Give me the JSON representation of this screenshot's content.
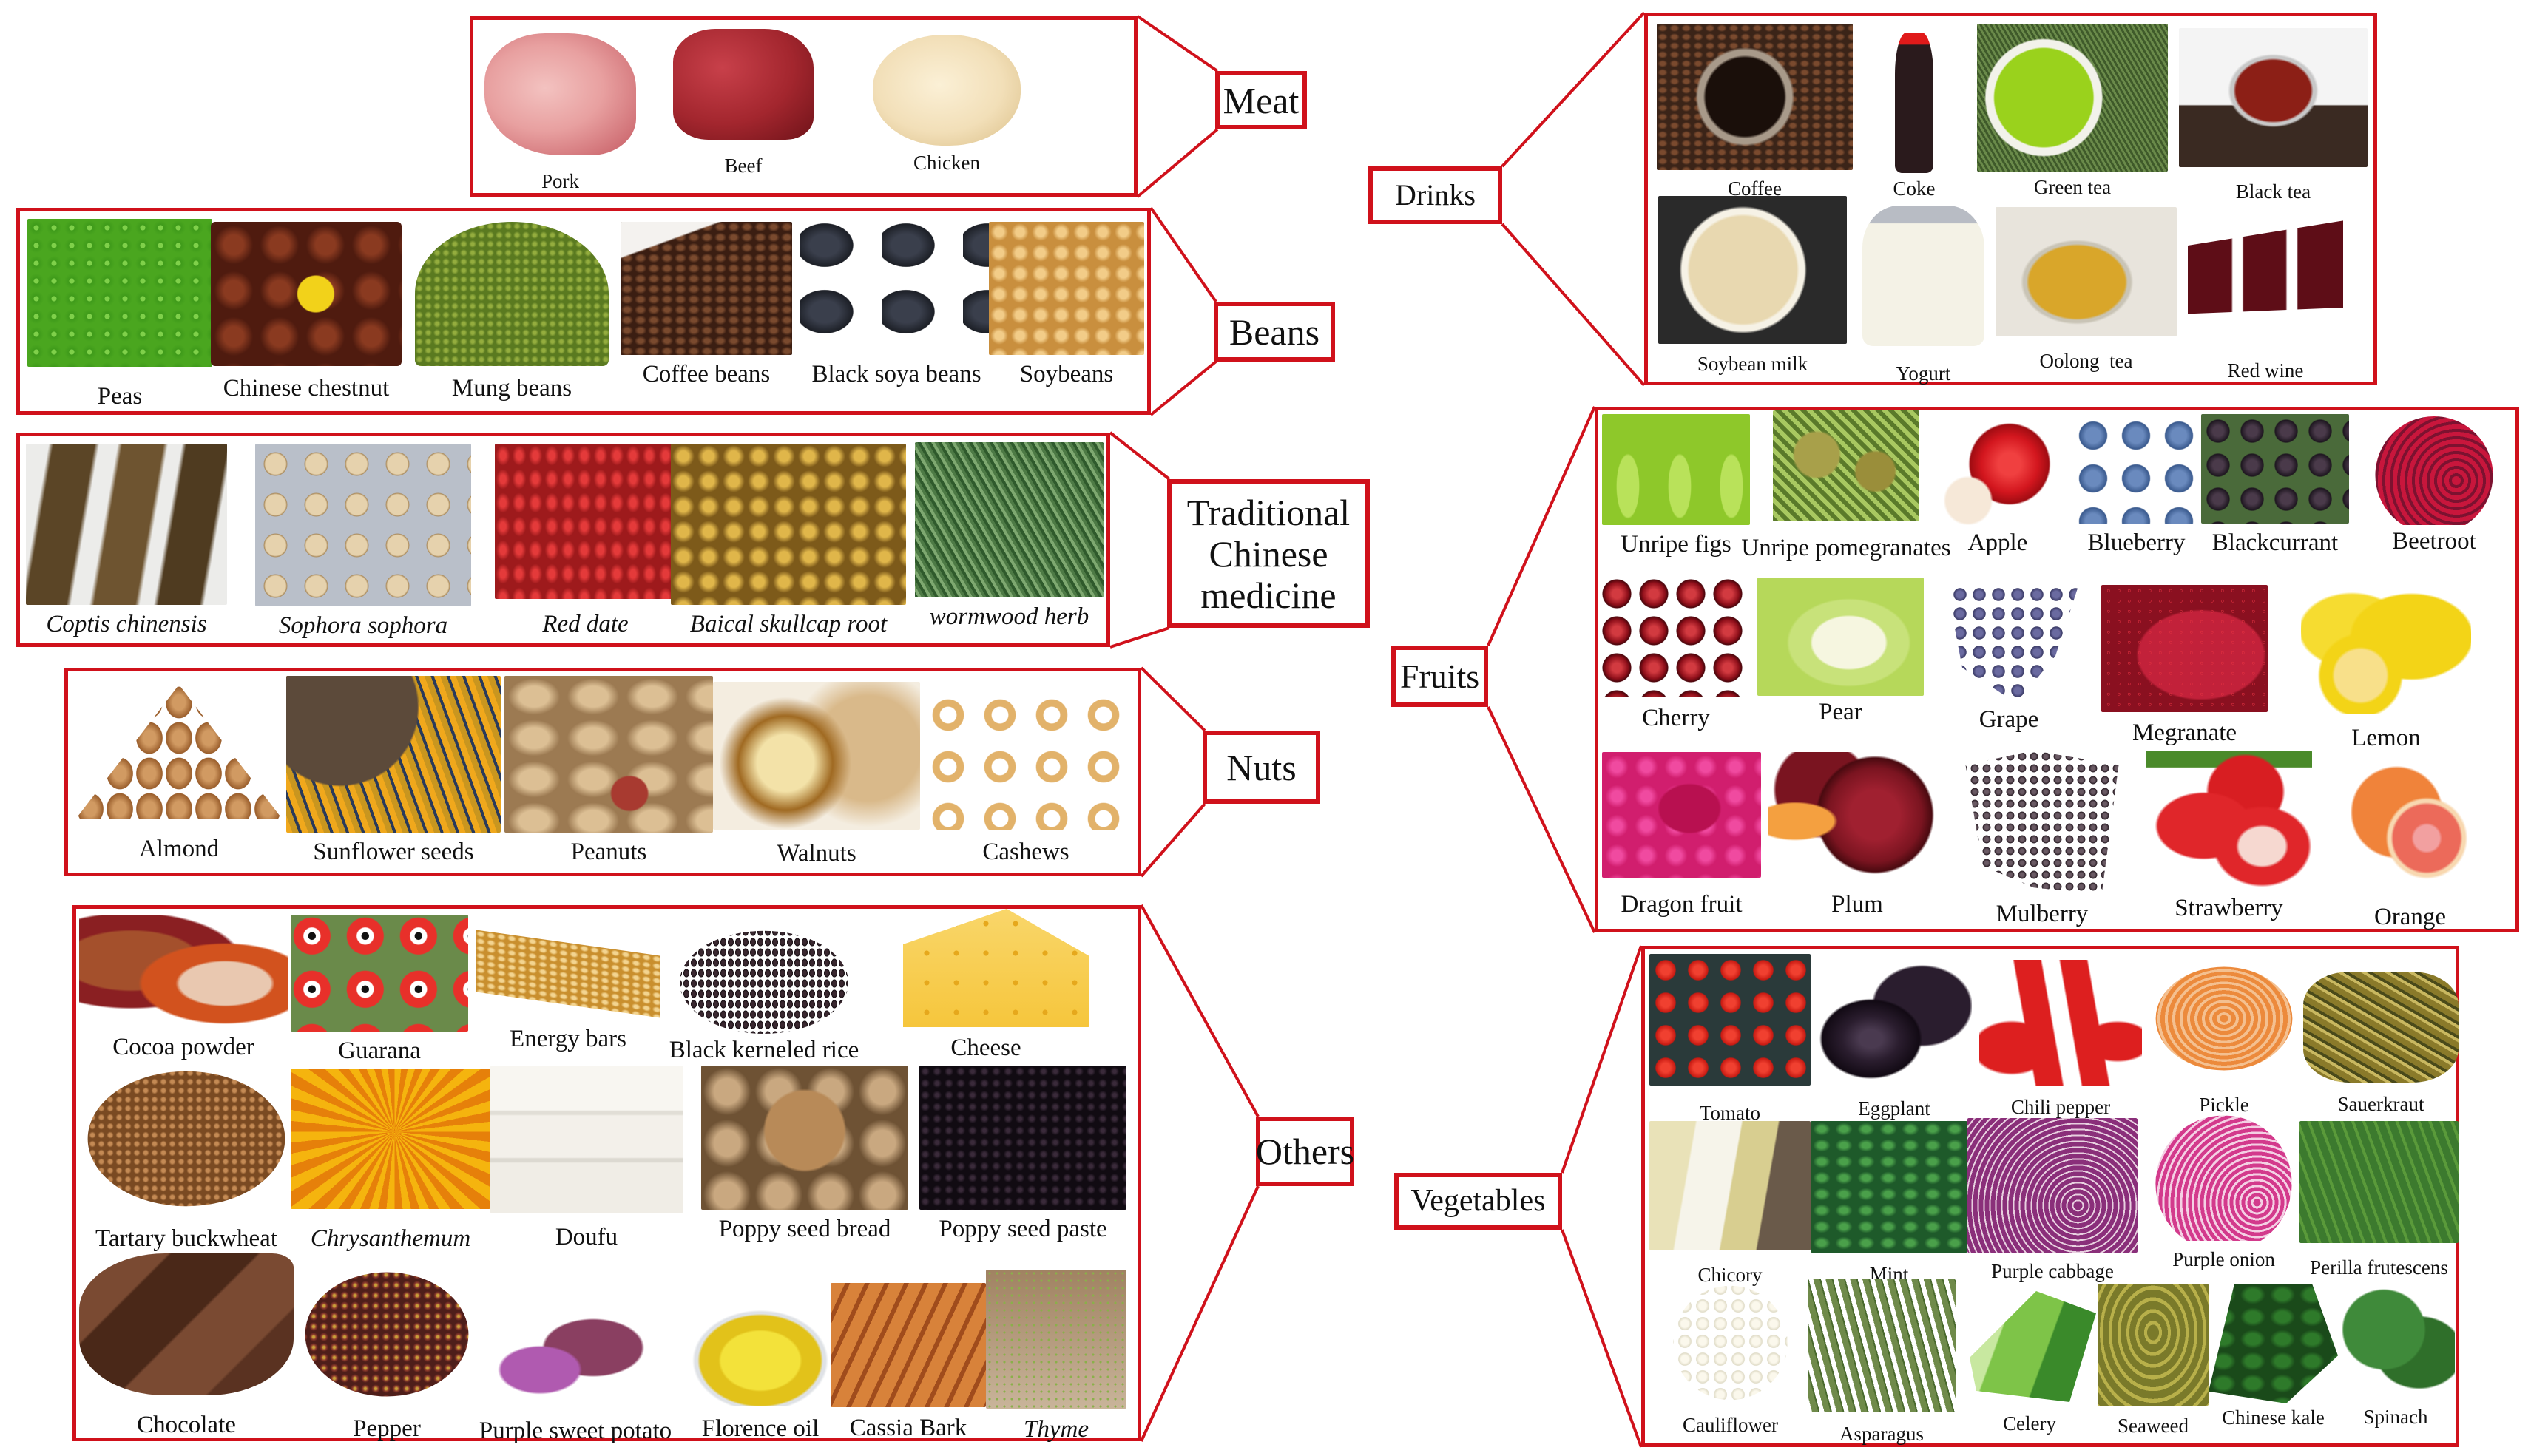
{
  "diagram": {
    "border_color": "#d0111b",
    "categories": [
      {
        "id": "meat",
        "label": "Meat",
        "items": [
          {
            "name": "Pork",
            "color": "#e8a0a0",
            "italic": false
          },
          {
            "name": "Beef",
            "color": "#a3262e",
            "italic": false
          },
          {
            "name": "Chicken",
            "color": "#f2dfb8",
            "italic": false
          }
        ]
      },
      {
        "id": "beans",
        "label": "Beans",
        "items": [
          {
            "name": "Peas",
            "color": "#4aa61f",
            "italic": false
          },
          {
            "name": "Chinese chestnut",
            "color": "#6b2a17",
            "italic": false
          },
          {
            "name": "Mung beans",
            "color": "#6e8f2a",
            "italic": false
          },
          {
            "name": "Coffee beans",
            "color": "#5a3220",
            "italic": false
          },
          {
            "name": "Black soya beans",
            "color": "#1c1f26",
            "italic": false
          },
          {
            "name": "Soybeans",
            "color": "#e0b063",
            "italic": false
          }
        ]
      },
      {
        "id": "tcm",
        "label": "Traditional Chinese medicine",
        "label_lines": [
          "Traditional",
          "Chinese",
          "medicine"
        ],
        "items": [
          {
            "name": "Coptis chinensis",
            "color": "#5b4526",
            "italic": true
          },
          {
            "name": "Sophora sophora",
            "color": "#d6bf97",
            "italic": true
          },
          {
            "name": "Red date",
            "color": "#c4262a",
            "italic": true
          },
          {
            "name": "Baical skullcap root",
            "color": "#b58a2c",
            "italic": true
          },
          {
            "name": "wormwood herb",
            "color": "#4d7a45",
            "italic": true
          }
        ]
      },
      {
        "id": "nuts",
        "label": "Nuts",
        "items": [
          {
            "name": "Almond",
            "color": "#b57843",
            "italic": false
          },
          {
            "name": "Sunflower seeds",
            "color": "#c9961f",
            "italic": false
          },
          {
            "name": "Peanuts",
            "color": "#c9a47a",
            "italic": false
          },
          {
            "name": "Walnuts",
            "color": "#c99c52",
            "italic": false
          },
          {
            "name": "Cashews",
            "color": "#e2b26a",
            "italic": false
          }
        ]
      },
      {
        "id": "others",
        "label": "Others",
        "rows": [
          [
            {
              "name": "Cocoa powder",
              "color": "#a4502c",
              "italic": false
            },
            {
              "name": "Guarana",
              "color": "#d8332a",
              "italic": false
            },
            {
              "name": "Energy bars",
              "color": "#e6bd6b",
              "italic": false
            },
            {
              "name": "Black kerneled rice",
              "color": "#2c2126",
              "italic": false
            },
            {
              "name": "Cheese",
              "color": "#f6c63c",
              "italic": false
            }
          ],
          [
            {
              "name": "Tartary buckwheat",
              "color": "#9c6a3c",
              "italic": false
            },
            {
              "name": "Chrysanthemum",
              "color": "#f5b40e",
              "italic": true
            },
            {
              "name": "Doufu",
              "color": "#efece6",
              "italic": false
            },
            {
              "name": "Poppy seed bread",
              "color": "#8d6a44",
              "italic": false
            },
            {
              "name": "Poppy seed paste",
              "color": "#1e1620",
              "italic": false
            }
          ],
          [
            {
              "name": "Chocolate",
              "color": "#5a3221",
              "italic": false
            },
            {
              "name": "Pepper",
              "color": "#8c3a2c",
              "italic": false
            },
            {
              "name": "Purple sweet potato",
              "color": "#8a3f61",
              "italic": false
            },
            {
              "name": "Florence oil",
              "color": "#e2c21a",
              "italic": false
            },
            {
              "name": "Cassia Bark",
              "color": "#c0672d",
              "italic": false
            },
            {
              "name": "Thyme",
              "color": "#6b8a3b",
              "italic": true
            }
          ]
        ]
      },
      {
        "id": "drinks",
        "label": "Drinks",
        "rows": [
          [
            {
              "name": "Coffee",
              "color": "#3b2418",
              "italic": false
            },
            {
              "name": "Coke",
              "color": "#2a1a1c",
              "italic": false
            },
            {
              "name": "Green tea",
              "color": "#9ad21c",
              "italic": false
            },
            {
              "name": "Black tea",
              "color": "#8c1f16",
              "italic": false
            }
          ],
          [
            {
              "name": "Soybean milk",
              "color": "#e8d8b0",
              "italic": false
            },
            {
              "name": "Yogurt",
              "color": "#f4f2e6",
              "italic": false
            },
            {
              "name": "Oolong  tea",
              "color": "#d9a62a",
              "italic": false
            },
            {
              "name": "Red wine",
              "color": "#5e0d17",
              "italic": false
            }
          ]
        ]
      },
      {
        "id": "fruits",
        "label": "Fruits",
        "rows": [
          [
            {
              "name": "Unripe figs",
              "color": "#9fd23c",
              "italic": false
            },
            {
              "name": "Unripe pomegranates",
              "color": "#7f8b3a",
              "italic": false
            },
            {
              "name": "Apple",
              "color": "#d3161e",
              "italic": false
            },
            {
              "name": "Blueberry",
              "color": "#4b6b9e",
              "italic": false
            },
            {
              "name": "Blackcurrant",
              "color": "#2c2230",
              "italic": false
            },
            {
              "name": "Beetroot",
              "color": "#7c1230",
              "italic": false
            }
          ],
          [
            {
              "name": "Cherry",
              "color": "#8f0f1a",
              "italic": false
            },
            {
              "name": "Pear",
              "color": "#c8e27a",
              "italic": false
            },
            {
              "name": "Grape",
              "color": "#4b4a7e",
              "italic": false
            },
            {
              "name": "Megranate",
              "color": "#c2213a",
              "italic": false
            },
            {
              "name": "Lemon",
              "color": "#f3d417",
              "italic": false
            }
          ],
          [
            {
              "name": "Dragon fruit",
              "color": "#d11e6e",
              "italic": false
            },
            {
              "name": "Plum",
              "color": "#7a1420",
              "italic": false
            },
            {
              "name": "Mulberry",
              "color": "#3a2a34",
              "italic": false
            },
            {
              "name": "Strawberry",
              "color": "#e0262a",
              "italic": false
            },
            {
              "name": "Orange",
              "color": "#f0833a",
              "italic": false
            }
          ]
        ]
      },
      {
        "id": "vegetables",
        "label": "Vegetables",
        "rows": [
          [
            {
              "name": "Tomato",
              "color": "#d6261c",
              "italic": false
            },
            {
              "name": "Eggplant",
              "color": "#2a1d2e",
              "italic": false
            },
            {
              "name": "Chili pepper",
              "color": "#dd1f1f",
              "italic": false
            },
            {
              "name": "Pickle",
              "color": "#ec8a3c",
              "italic": false
            },
            {
              "name": "Sauerkraut",
              "color": "#8a7a2a",
              "italic": false
            }
          ],
          [
            {
              "name": "Chicory",
              "color": "#e9e2b8",
              "italic": false
            },
            {
              "name": "Mint",
              "color": "#2f8a3a",
              "italic": false
            },
            {
              "name": "Purple cabbage",
              "color": "#8a2f7a",
              "italic": false
            },
            {
              "name": "Purple onion",
              "color": "#d33a8c",
              "italic": false
            },
            {
              "name": "Perilla frutescens",
              "color": "#3c7a2e",
              "italic": false
            }
          ],
          [
            {
              "name": "Cauliflower",
              "color": "#f1ecd8",
              "italic": false
            },
            {
              "name": "Asparagus",
              "color": "#6f8a4a",
              "italic": false
            },
            {
              "name": "Celery",
              "color": "#7ec448",
              "italic": false
            },
            {
              "name": "Seaweed",
              "color": "#7a7a2a",
              "italic": false
            },
            {
              "name": "Chinese kale",
              "color": "#2e7a2a",
              "italic": false
            },
            {
              "name": "Spinach",
              "color": "#2f6f2a",
              "italic": false
            }
          ]
        ]
      }
    ]
  }
}
